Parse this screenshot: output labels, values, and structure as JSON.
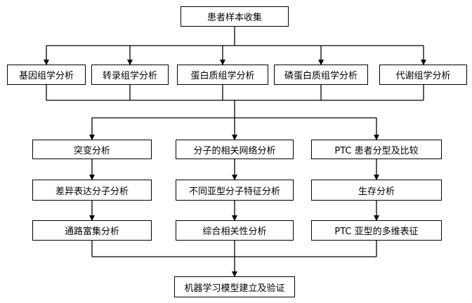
{
  "top": "患者样本收集",
  "omics": [
    "基因组学分析",
    "转录组学分析",
    "蛋白质组学分析",
    "磷蛋白质组学分析",
    "代谢组学分析"
  ],
  "col1": [
    "突变分析",
    "差异表达分子分析",
    "通路富集分析"
  ],
  "col2": [
    "分子的相关网络分析",
    "不同亚型分子特征分析",
    "综合相关性分析"
  ],
  "col3": [
    "PTC 患者分型及比较",
    "生存分析",
    "PTC 亚型的多维表征"
  ],
  "bottom": "机器学习模型建立及验证"
}
